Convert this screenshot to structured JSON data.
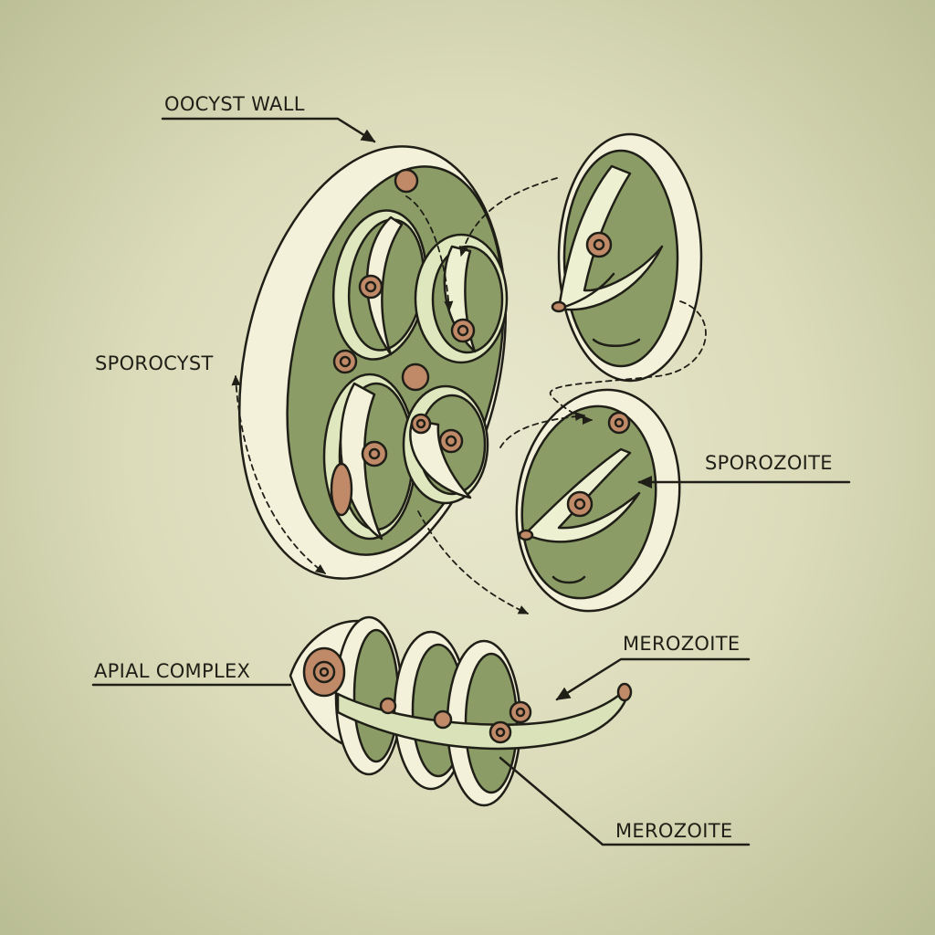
{
  "labels": {
    "oocyst_wall": "OOCYST WALL",
    "sporocyst": "SPOROCYST",
    "sporozoite": "SPOROZOITE",
    "apical_complex": "APIAL COMPLEX",
    "merozoite_1": "MEROZOITE",
    "merozoite_2": "MEROZOITE"
  },
  "colors": {
    "background": "#dcdcbb",
    "outline": "#1f1f17",
    "cytoplasm": "#8c9c67",
    "shell": "#f3f1da",
    "body": "#d9e2b8",
    "nucleus": "#c08a69"
  }
}
